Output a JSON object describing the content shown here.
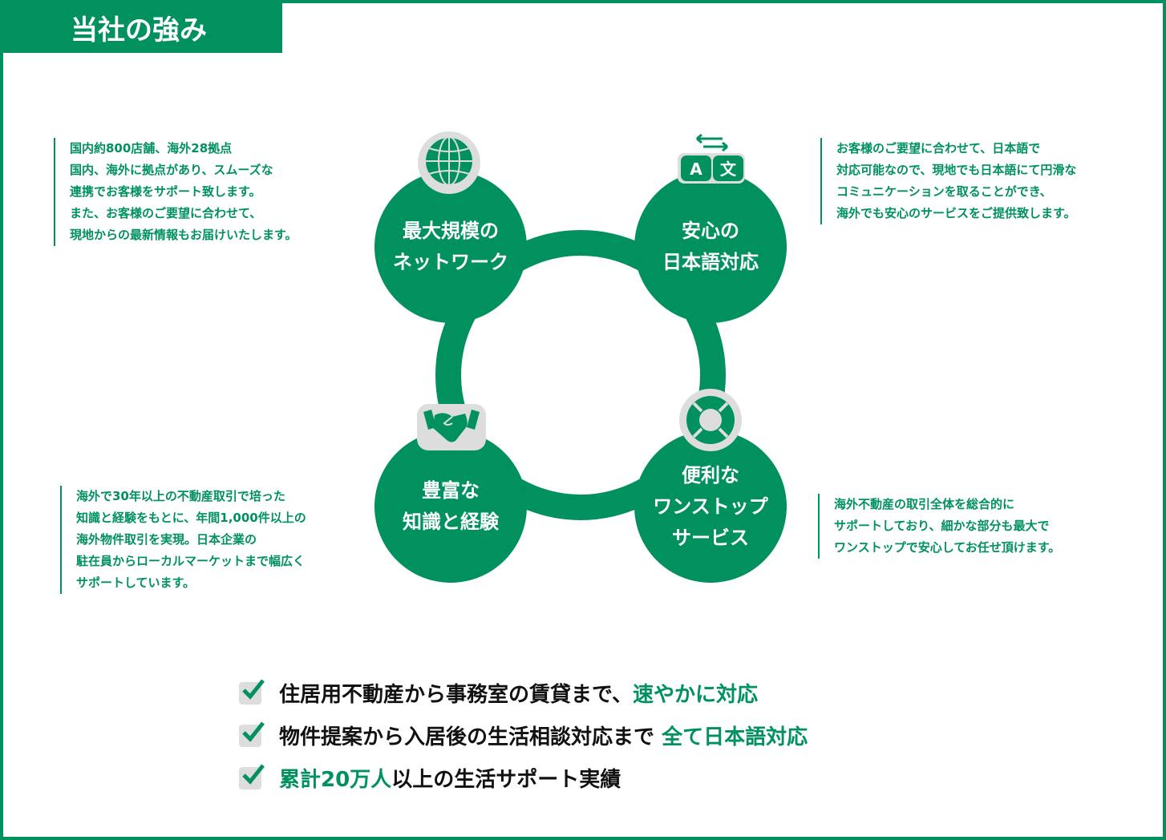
{
  "header": {
    "title": "当社の強み"
  },
  "strengths": [
    {
      "title_lines": [
        "最大規模の",
        "ネットワーク"
      ],
      "icon": "globe-icon",
      "desc": [
        "国内約800店舗、海外28拠点",
        "国内、海外に拠点があり、スムーズな",
        "連携でお客様をサポート致します。",
        "また、お客様のご要望に合わせて、",
        "現地からの最新情報もお届けいたします。"
      ]
    },
    {
      "title_lines": [
        "安心の",
        "日本語対応"
      ],
      "icon": "translate-icon",
      "icon_letters": [
        "A",
        "文"
      ],
      "desc": [
        "お客様のご要望に合わせて、日本語で",
        "対応可能なので、現地でも日本語にて円滑な",
        "コミュニケーションを取ることができ、",
        "海外でも安心のサービスをご提供致します。"
      ]
    },
    {
      "title_lines": [
        "豊富な",
        "知識と経験"
      ],
      "icon": "handshake-icon",
      "desc": [
        "海外で30年以上の不動産取引で培った",
        "知識と経験をもとに、年間1,000件以上の",
        "海外物件取引を実現。日本企業の",
        "駐在員からローカルマーケットまで幅広く",
        "サポートしています。"
      ]
    },
    {
      "title_lines": [
        "便利な",
        "ワンストップ",
        "サービス"
      ],
      "icon": "lifebuoy-icon",
      "desc": [
        "海外不動産の取引全体を総合的に",
        "サポートしており、細かな部分も最大で",
        "ワンストップで安心してお任せ頂けます。"
      ]
    }
  ],
  "checklist": [
    {
      "before": "住居用不動産から事務室の賃貸まで、",
      "highlight": "速やかに対応",
      "after": ""
    },
    {
      "before": "物件提案から入居後の生活相談対応まで ",
      "highlight": "全て日本語対応",
      "after": ""
    },
    {
      "before": "",
      "highlight": "累計20万人",
      "after": "以上の生活サポート実績"
    }
  ],
  "colors": {
    "brand": "#00915f",
    "icon_bg": "#dddddd"
  }
}
